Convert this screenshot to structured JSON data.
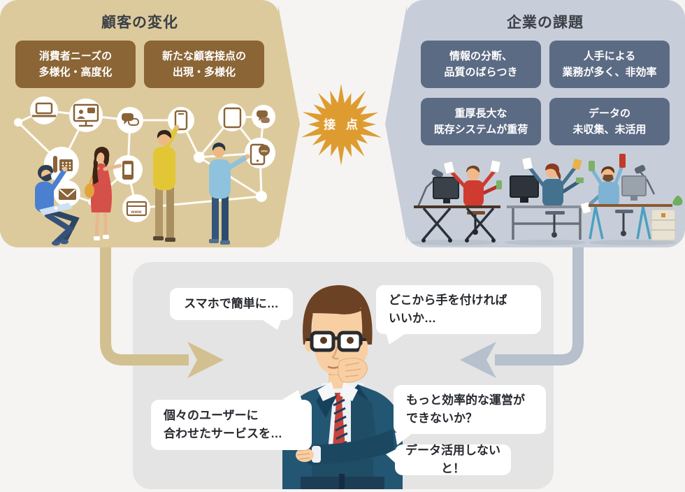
{
  "page": {
    "background": "#f5f4f2"
  },
  "left_panel": {
    "title": "顧客の変化",
    "background": "#ddca9c",
    "box_color": "#8b6535",
    "boxes": [
      {
        "label": "消費者ニーズの\n多様化・高度化"
      },
      {
        "label": "新たな顧客接点の\n出現・多様化"
      }
    ],
    "icons": [
      "laptop-icon",
      "monitor-chat-icon",
      "chat-bubbles-icon",
      "fax-phone-icon",
      "mail-icon",
      "smartphone-icon",
      "www-browser-icon",
      "smartphone-raised-icon",
      "tablet-icon",
      "chat-bubbles-2-icon",
      "sms-phone-icon"
    ]
  },
  "right_panel": {
    "title": "企業の課題",
    "background": "#c7ced9",
    "box_color": "#5c6b84",
    "boxes": [
      {
        "label": "情報の分断、\n品質のばらつき"
      },
      {
        "label": "人手による\n業務が多く、非効率"
      },
      {
        "label": "重厚長大な\n既存システムが重荷"
      },
      {
        "label": "データの\n未収集、未活用"
      }
    ]
  },
  "contact_burst": {
    "label": "接 点",
    "color": "#de9c30"
  },
  "arrows": {
    "left_color": "#d3c090",
    "right_color": "#b7c0cd"
  },
  "bubbles": [
    {
      "text": "スマホで簡単に…"
    },
    {
      "text": "どこから手を付ければ\nいいか…"
    },
    {
      "text": "個々のユーザーに\n合わせたサービスを…"
    },
    {
      "text": "もっと効率的な運営が\nできないか？"
    },
    {
      "text": "データ活用しないと！"
    }
  ],
  "icon_labels": {
    "www": "www",
    "sms": "sms"
  }
}
